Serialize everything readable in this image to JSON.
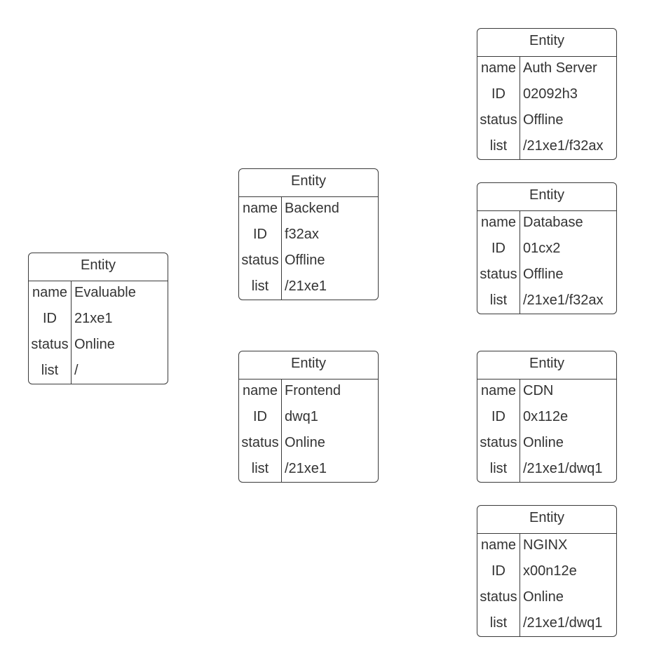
{
  "entities": [
    {
      "key": "evaluable",
      "header": "Entity",
      "name_label": "name",
      "name": "Evaluable",
      "id_label": "ID",
      "id": "21xe1",
      "status_label": "status",
      "status": "Online",
      "list_label": "list",
      "list": "/"
    },
    {
      "key": "backend",
      "header": "Entity",
      "name_label": "name",
      "name": "Backend",
      "id_label": "ID",
      "id": "f32ax",
      "status_label": "status",
      "status": "Offline",
      "list_label": "list",
      "list": "/21xe1"
    },
    {
      "key": "frontend",
      "header": "Entity",
      "name_label": "name",
      "name": "Frontend",
      "id_label": "ID",
      "id": "dwq1",
      "status_label": "status",
      "status": "Online",
      "list_label": "list",
      "list": "/21xe1"
    },
    {
      "key": "auth-server",
      "header": "Entity",
      "name_label": "name",
      "name": "Auth Server",
      "id_label": "ID",
      "id": "02092h3",
      "status_label": "status",
      "status": "Offline",
      "list_label": "list",
      "list": "/21xe1/f32ax"
    },
    {
      "key": "database",
      "header": "Entity",
      "name_label": "name",
      "name": "Database",
      "id_label": "ID",
      "id": "01cx2",
      "status_label": "status",
      "status": "Offline",
      "list_label": "list",
      "list": "/21xe1/f32ax"
    },
    {
      "key": "cdn",
      "header": "Entity",
      "name_label": "name",
      "name": "CDN",
      "id_label": "ID",
      "id": "0x112e",
      "status_label": "status",
      "status": "Online",
      "list_label": "list",
      "list": "/21xe1/dwq1"
    },
    {
      "key": "nginx",
      "header": "Entity",
      "name_label": "name",
      "name": "NGINX",
      "id_label": "ID",
      "id": "x00n12e",
      "status_label": "status",
      "status": "Online",
      "list_label": "list",
      "list": "/21xe1/dwq1"
    }
  ]
}
